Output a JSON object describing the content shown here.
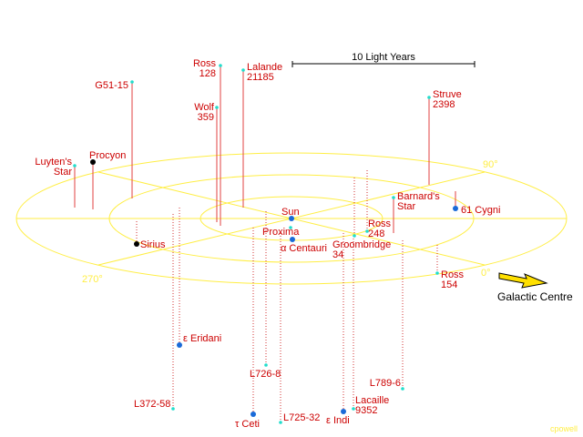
{
  "scale_bar": {
    "label": "10 Light Years"
  },
  "angles": {
    "a0": "0°",
    "a90": "90°",
    "a270": "270°"
  },
  "galactic_centre": {
    "label": "Galactic Centre"
  },
  "credit": "cpowell",
  "colors": {
    "grid": "#ffee44",
    "stem_above": "#e04040",
    "stem_below": "#d03030",
    "label_red": "#cc0000",
    "label_black": "#000000",
    "star_cyan": "#22ddcc",
    "star_blue": "#1a6ad8",
    "star_black": "#000000",
    "arrow_fill": "#ffe000"
  },
  "stars": [
    {
      "id": "ross128",
      "lines": [
        "Ross",
        "128"
      ],
      "label_color": "red",
      "dot": "cyan",
      "stem": "above"
    },
    {
      "id": "lalande21185",
      "lines": [
        "Lalande",
        "21185"
      ],
      "label_color": "red",
      "dot": "cyan",
      "stem": "above"
    },
    {
      "id": "g51-15",
      "lines": [
        "G51-15"
      ],
      "label_color": "red",
      "dot": "cyan",
      "stem": "above"
    },
    {
      "id": "wolf359",
      "lines": [
        "Wolf",
        "359"
      ],
      "label_color": "red",
      "dot": "cyan",
      "stem": "above"
    },
    {
      "id": "struve2398",
      "lines": [
        "Struve",
        "2398"
      ],
      "label_color": "red",
      "dot": "cyan",
      "stem": "above"
    },
    {
      "id": "luytens-star",
      "lines": [
        "Luyten's",
        "Star"
      ],
      "label_color": "red",
      "dot": "cyan",
      "stem": "above"
    },
    {
      "id": "procyon",
      "lines": [
        "Procyon"
      ],
      "label_color": "red",
      "dot": "black",
      "stem": "above"
    },
    {
      "id": "barnards-star",
      "lines": [
        "Barnard's",
        "Star"
      ],
      "label_color": "red",
      "dot": "cyan",
      "stem": "above"
    },
    {
      "id": "61-cygni",
      "lines": [
        "61 Cygni"
      ],
      "label_color": "red",
      "dot": "blue",
      "stem": "above"
    },
    {
      "id": "sun",
      "lines": [
        "Sun"
      ],
      "label_color": "red",
      "dot": "blue",
      "stem": "none"
    },
    {
      "id": "proxima",
      "lines": [
        "Proxima"
      ],
      "label_color": "red",
      "dot": "cyan",
      "stem": "none"
    },
    {
      "id": "alpha-centauri",
      "lines": [
        "α Centauri"
      ],
      "label_color": "red",
      "dot": "blue",
      "stem": "none"
    },
    {
      "id": "sirius",
      "lines": [
        "Sirius"
      ],
      "label_color": "red",
      "dot": "black",
      "stem": "below"
    },
    {
      "id": "ross248",
      "lines": [
        "Ross",
        "248"
      ],
      "label_color": "red",
      "dot": "cyan",
      "stem": "below"
    },
    {
      "id": "groombridge34",
      "lines": [
        "Groombridge",
        "34"
      ],
      "label_color": "red",
      "dot": "cyan",
      "stem": "below"
    },
    {
      "id": "ross154",
      "lines": [
        "Ross",
        "154"
      ],
      "label_color": "red",
      "dot": "cyan",
      "stem": "below"
    },
    {
      "id": "epsilon-eridani",
      "lines": [
        "ε Eridani"
      ],
      "label_color": "red",
      "dot": "blue",
      "stem": "below"
    },
    {
      "id": "l726-8",
      "lines": [
        "L726-8"
      ],
      "label_color": "red",
      "dot": "cyan",
      "stem": "below"
    },
    {
      "id": "l789-6",
      "lines": [
        "L789-6"
      ],
      "label_color": "red",
      "dot": "cyan",
      "stem": "below"
    },
    {
      "id": "l372-58",
      "lines": [
        "L372-58"
      ],
      "label_color": "red",
      "dot": "cyan",
      "stem": "below"
    },
    {
      "id": "lacaille9352",
      "lines": [
        "Lacaille",
        "9352"
      ],
      "label_color": "red",
      "dot": "cyan",
      "stem": "below"
    },
    {
      "id": "tau-ceti",
      "lines": [
        "τ Ceti"
      ],
      "label_color": "red",
      "dot": "blue",
      "stem": "below"
    },
    {
      "id": "l725-32",
      "lines": [
        "L725-32"
      ],
      "label_color": "red",
      "dot": "cyan",
      "stem": "below"
    },
    {
      "id": "epsilon-indi",
      "lines": [
        "ε Indi"
      ],
      "label_color": "red",
      "dot": "blue",
      "stem": "below"
    }
  ]
}
